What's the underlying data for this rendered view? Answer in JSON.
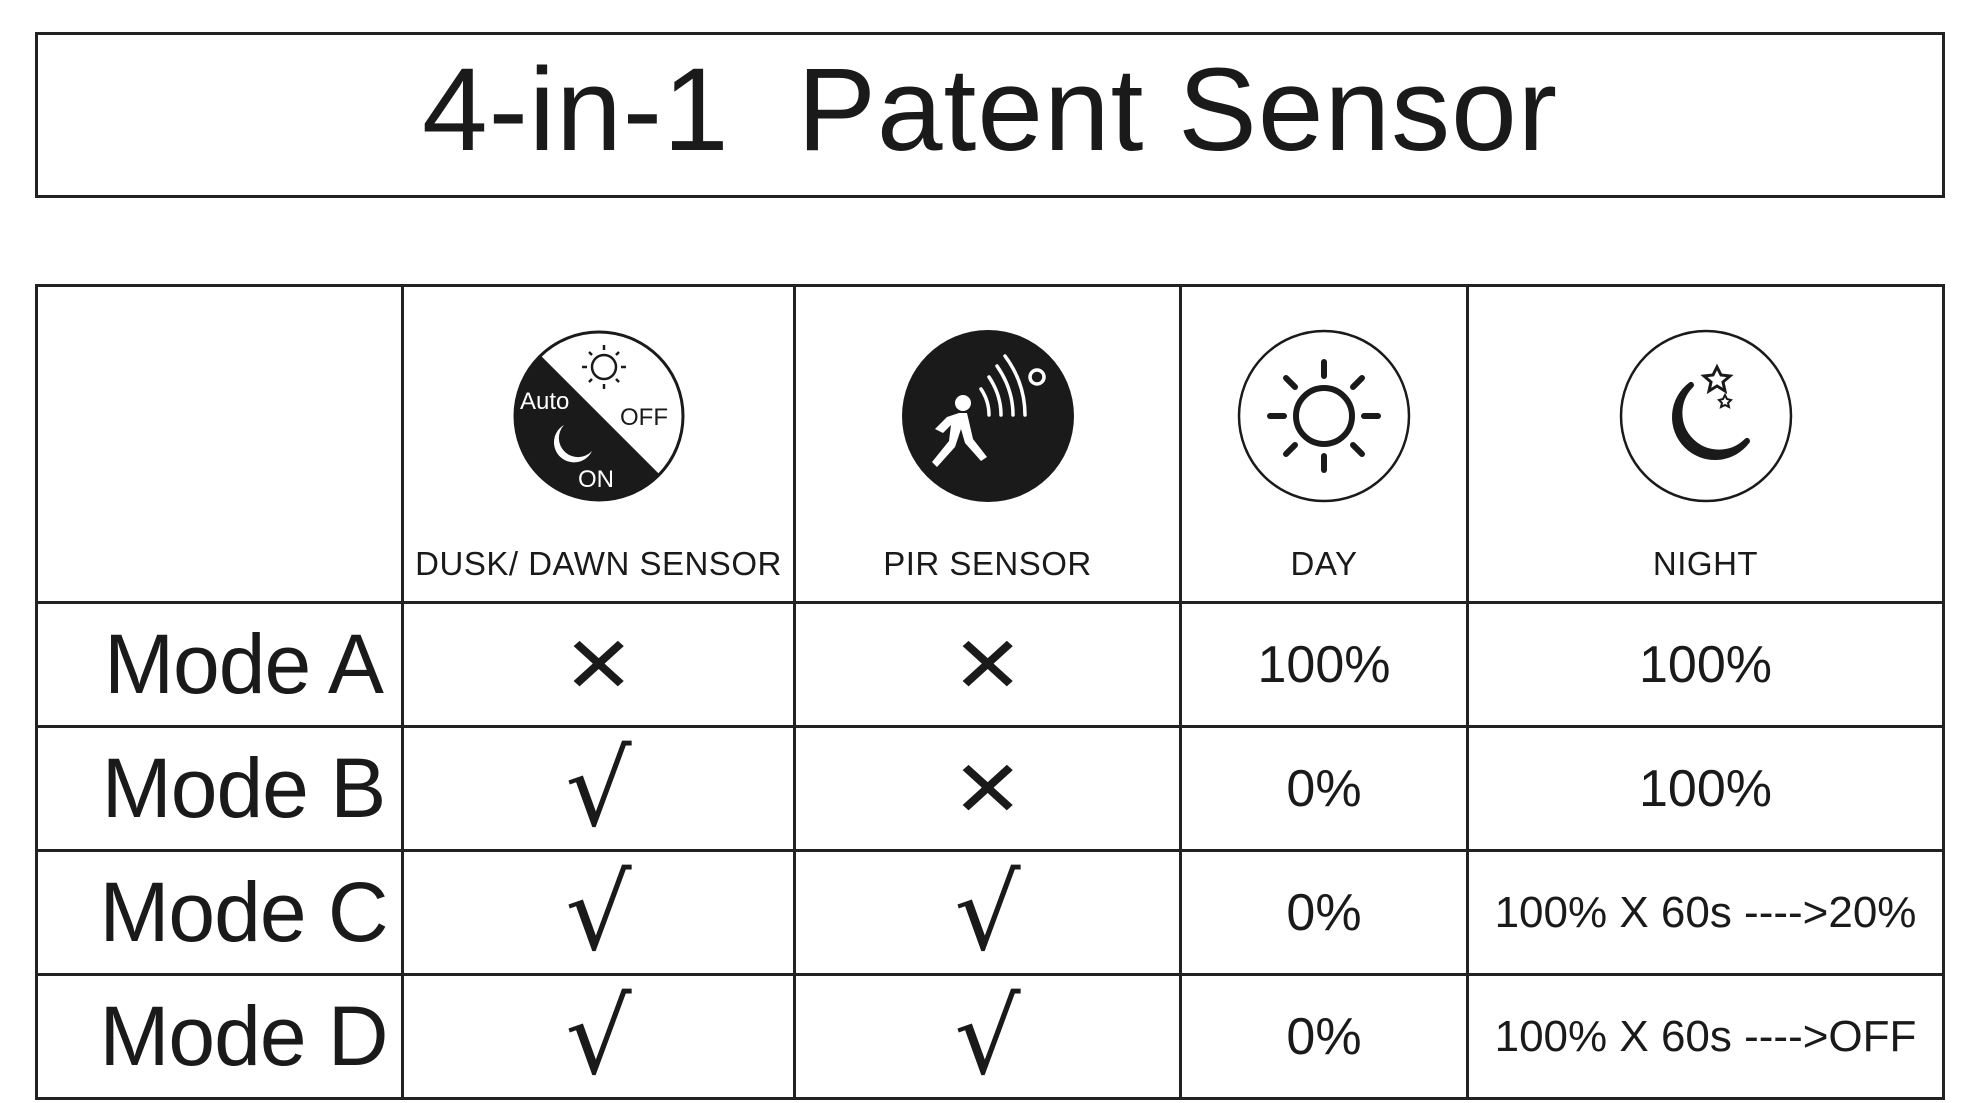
{
  "title": "4-in-1  Patent Sensor",
  "header": {
    "dusk_icon_labels": {
      "auto": "Auto",
      "off": "OFF",
      "on": "ON"
    },
    "columns": [
      {
        "label": "",
        "icon": ""
      },
      {
        "label": "DUSK/ DAWN SENSOR",
        "icon": "dusk-dawn-icon"
      },
      {
        "label": "PIR SENSOR",
        "icon": "motion-sensor-icon"
      },
      {
        "label": "DAY",
        "icon": "sun-icon"
      },
      {
        "label": "NIGHT",
        "icon": "moon-icon"
      }
    ]
  },
  "modes": [
    {
      "name": "Mode A",
      "dusk_dawn": "✕",
      "pir": "✕",
      "day": "100%",
      "night": "100%"
    },
    {
      "name": "Mode B",
      "dusk_dawn": "√",
      "pir": "✕",
      "day": "0%",
      "night": "100%"
    },
    {
      "name": "Mode C",
      "dusk_dawn": "√",
      "pir": "√",
      "day": "0%",
      "night": "100% X 60s ---->20%"
    },
    {
      "name": "Mode D",
      "dusk_dawn": "√",
      "pir": "√",
      "day": "0%",
      "night": "100% X 60s ---->OFF"
    }
  ],
  "colors": {
    "ink": "#1a1a1a",
    "background": "#ffffff"
  }
}
